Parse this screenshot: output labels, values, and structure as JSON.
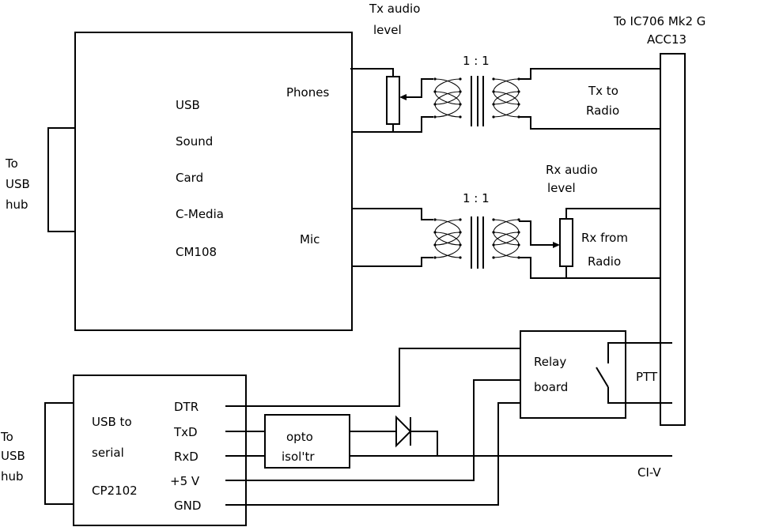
{
  "labels": {
    "usb_hub_top": [
      "To",
      "USB",
      "hub"
    ],
    "usb_hub_bottom": [
      "To",
      "USB",
      "hub"
    ],
    "sound_card": [
      "USB",
      "Sound",
      "Card",
      "C-Media",
      "CM108"
    ],
    "phones": "Phones",
    "mic": "Mic",
    "tx_audio_level": [
      "Tx audio",
      "level"
    ],
    "rx_audio_level": [
      "Rx audio",
      "level"
    ],
    "ratio_top": "1 : 1",
    "ratio_bottom": "1 : 1",
    "tx_to_radio": [
      "Tx to",
      "Radio"
    ],
    "rx_from_radio": [
      "Rx from",
      "Radio"
    ],
    "radio_connector": [
      "To IC706 Mk2 G",
      "ACC13"
    ],
    "relay_board": [
      "Relay",
      "board"
    ],
    "ptt": "PTT",
    "usb_serial": [
      "USB to",
      "serial",
      "CP2102"
    ],
    "pins": [
      "DTR",
      "TxD",
      "RxD",
      "+5 V",
      "GND"
    ],
    "opto": [
      "opto",
      "isol'tr"
    ],
    "civ": "CI-V"
  },
  "colors": {
    "line": "#000000",
    "background": "#ffffff"
  }
}
